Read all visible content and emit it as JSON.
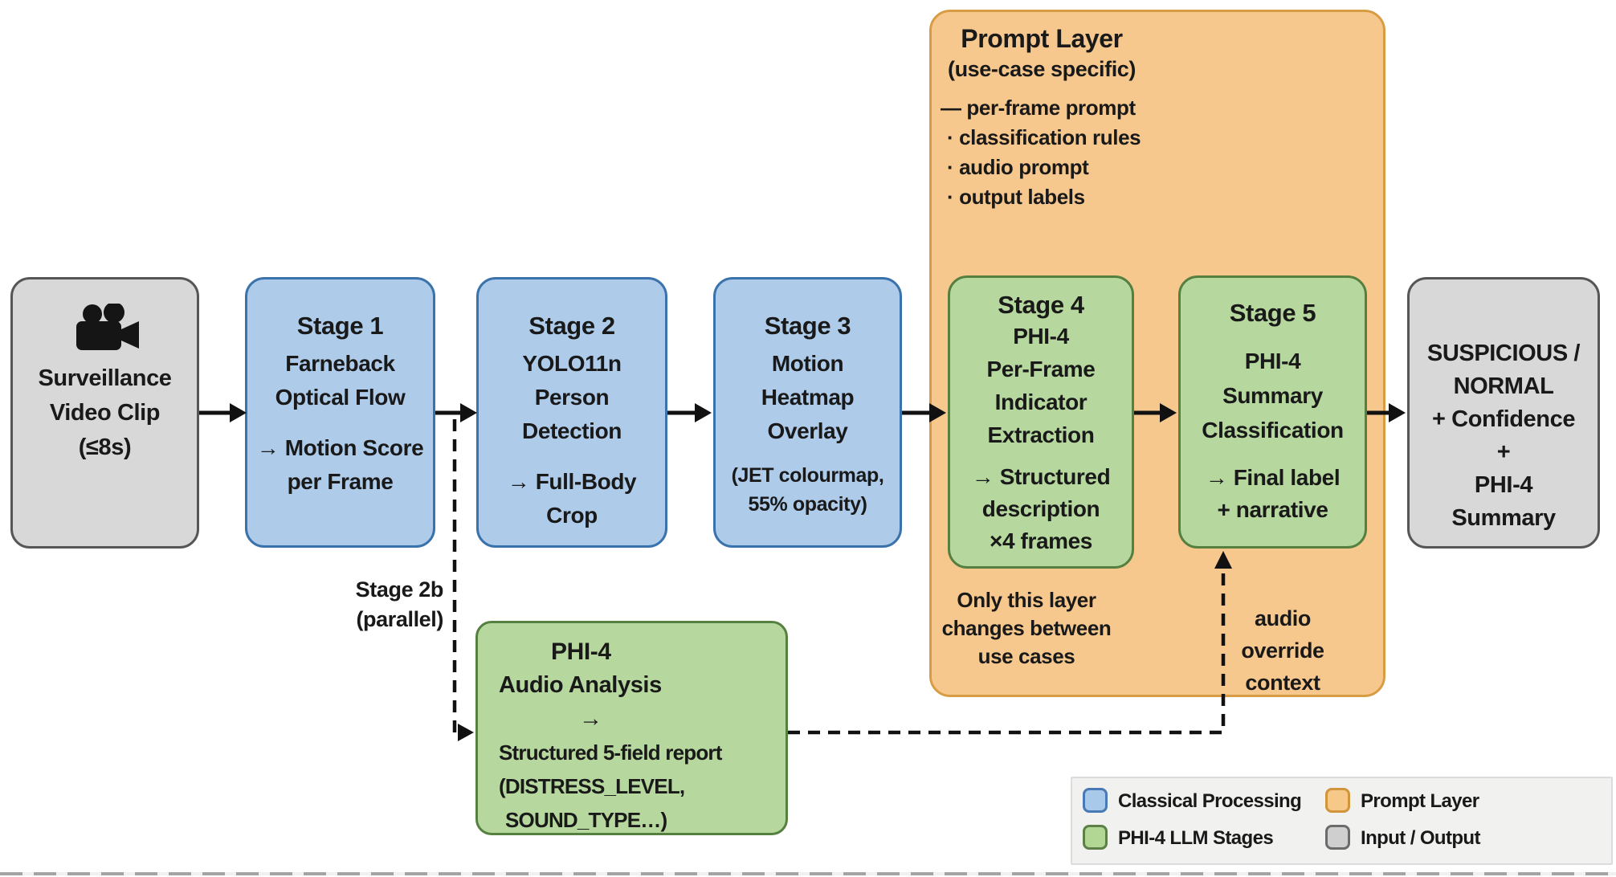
{
  "colors": {
    "classical_fill": "#aecbea",
    "classical_border": "#3a72ac",
    "llm_fill": "#b6d89e",
    "llm_border": "#55803f",
    "prompt_fill": "#f7c88d",
    "prompt_border": "#d89c44",
    "io_fill": "#d8d8d8",
    "io_border": "#565656",
    "text": "#191919",
    "legend_bg": "#f1f1ef",
    "connector": "#111111"
  },
  "input_box": {
    "icon": "video-camera-icon",
    "lines": [
      "Surveillance",
      "Video Clip",
      "(≤8s)"
    ]
  },
  "stage1": {
    "title": "Stage 1",
    "lines": [
      "Farneback",
      "Optical Flow"
    ],
    "output": [
      "→ Motion Score",
      "per Frame"
    ]
  },
  "stage2": {
    "title": "Stage 2",
    "lines": [
      "YOLO11n",
      "Person",
      "Detection"
    ],
    "output": [
      "→ Full-Body",
      "Crop"
    ]
  },
  "stage3": {
    "title": "Stage 3",
    "lines": [
      "Motion",
      "Heatmap",
      "Overlay"
    ],
    "note": [
      "(JET colourmap,",
      "55% opacity)"
    ]
  },
  "stage4": {
    "title": "Stage 4",
    "lines": [
      "PHI-4",
      "Per-Frame",
      "Indicator",
      "Extraction"
    ],
    "output": [
      "→ Structured",
      "description",
      "×4 frames"
    ]
  },
  "stage5": {
    "title": "Stage 5",
    "lines": [
      "PHI-4",
      "Summary",
      "Classification"
    ],
    "output": [
      "→ Final label",
      "+ narrative"
    ]
  },
  "output_box": {
    "lines": [
      "SUSPICIOUS /",
      "NORMAL",
      "+ Confidence",
      "+",
      "PHI-4",
      "Summary"
    ]
  },
  "prompt_layer": {
    "title": "Prompt Layer",
    "subtitle": "(use-case specific)",
    "items": [
      "— per-frame prompt",
      "· classification rules",
      "· audio prompt",
      "· output labels"
    ],
    "footnote": [
      "Only this layer",
      "changes between",
      "use cases"
    ],
    "audio_note": [
      "audio",
      "override",
      "context"
    ]
  },
  "audio_box": {
    "title": "PHI-4",
    "lines": [
      "Audio Analysis",
      "→",
      "Structured 5-field report",
      "(DISTRESS_LEVEL,",
      "SOUND_TYPE…)"
    ]
  },
  "branch_label": {
    "lines": [
      "Stage 2b",
      "(parallel)"
    ]
  },
  "legend": {
    "items": [
      {
        "label": "Classical Processing",
        "swatch": "blue"
      },
      {
        "label": "PHI-4 LLM Stages",
        "swatch": "green"
      },
      {
        "label": "Prompt Layer",
        "swatch": "orange"
      },
      {
        "label": "Input / Output",
        "swatch": "gray"
      }
    ]
  }
}
